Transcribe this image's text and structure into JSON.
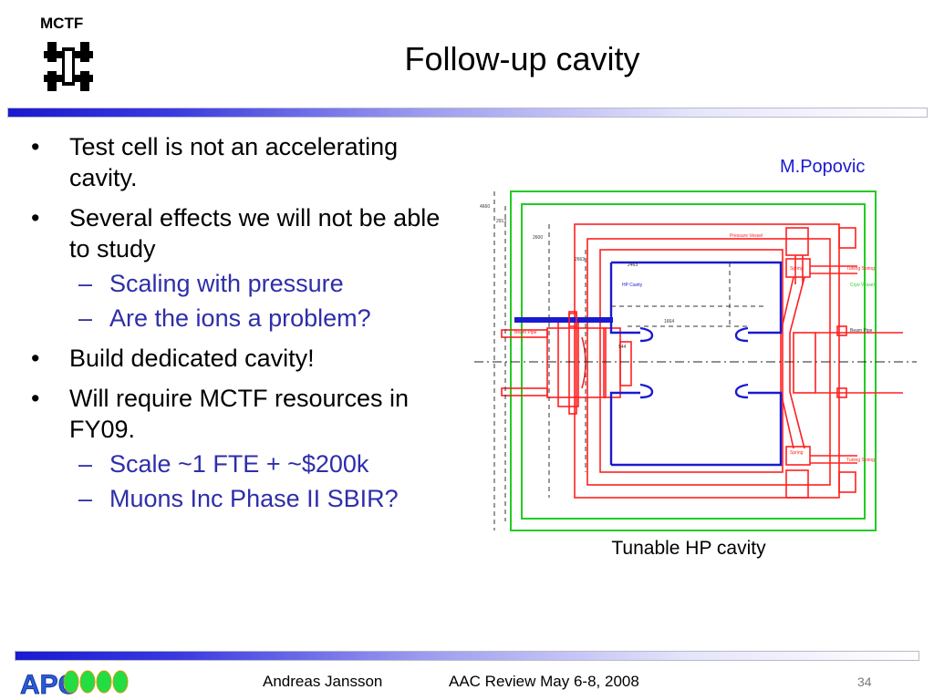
{
  "header": {
    "logo_text": "MCTF",
    "title": "Follow-up cavity"
  },
  "bullets": [
    {
      "text": "Test cell is not an accelerating cavity."
    },
    {
      "text": "Several effects we will not be able to study"
    },
    {
      "text": "Scaling with pressure"
    },
    {
      "text": "Are the ions a problem?"
    },
    {
      "text": "Build dedicated cavity!"
    },
    {
      "text": "Will require MCTF resources in FY09."
    },
    {
      "text": "Scale ~1 FTE + ~$200k"
    },
    {
      "text": "Muons Inc Phase II SBIR?"
    }
  ],
  "figure": {
    "credit": "M.Popovic",
    "caption": "Tunable HP cavity",
    "labels": {
      "pressure_vessel": "Pressure Vessel",
      "hp_cavity": "HP Cavity",
      "beam_pipe_left": "Beam Pipe",
      "beam_pipe_right": "Beam Pipe",
      "cryo_vessel": "Cryo Vessel",
      "tuning_spring_top": "Tuning Spring",
      "tuning_spring_bottom": "Tuning Spring",
      "spring_top": "Spring",
      "spring_bottom": "Spring",
      "dim_a": "2913",
      "dim_b": "2600",
      "dim_c": "2663",
      "dim_d": "2463",
      "dim_e": "1664",
      "dim_f": "544",
      "dim_g": "4660"
    },
    "colors": {
      "pressure_vessel": "#ff2020",
      "cryo_vessel": "#22cc22",
      "cavity": "#1a1ad0"
    }
  },
  "footer": {
    "logo_text": "APC",
    "author": "Andreas Jansson",
    "event": "AAC Review May 6-8, 2008",
    "slide_number": "34"
  }
}
